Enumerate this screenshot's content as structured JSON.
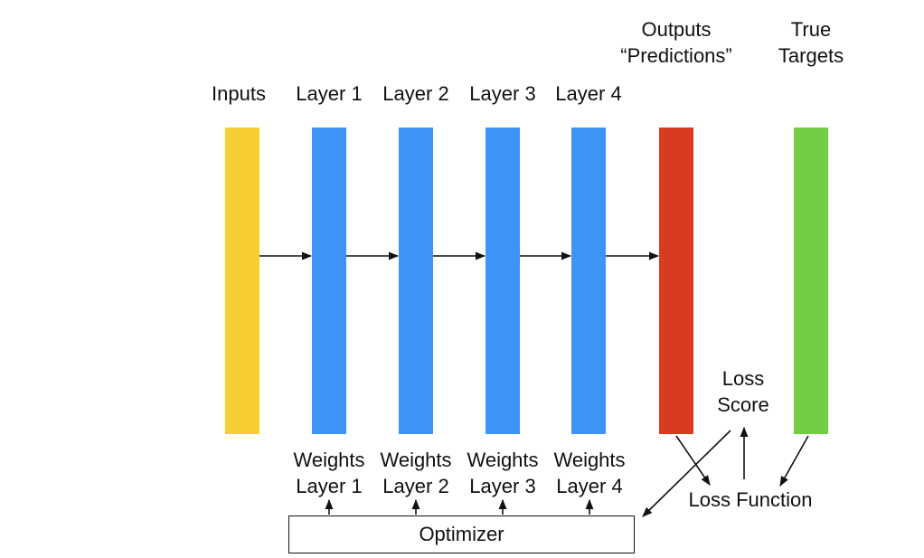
{
  "columns": [
    {
      "label": "Inputs",
      "color": "#F6CD32"
    },
    {
      "label": "Layer 1",
      "color": "#3D94F6"
    },
    {
      "label": "Layer 2",
      "color": "#3D94F6"
    },
    {
      "label": "Layer 3",
      "color": "#3D94F6"
    },
    {
      "label": "Layer 4",
      "color": "#3D94F6"
    }
  ],
  "outputs": {
    "line1": "Outputs",
    "line2": "“Predictions”",
    "color": "#D83B20"
  },
  "targets": {
    "line1": "True",
    "line2": "Targets",
    "color": "#74CC44"
  },
  "weights": [
    {
      "line1": "Weights",
      "line2": "Layer 1"
    },
    {
      "line1": "Weights",
      "line2": "Layer 2"
    },
    {
      "line1": "Weights",
      "line2": "Layer 3"
    },
    {
      "line1": "Weights",
      "line2": "Layer 4"
    }
  ],
  "loss_score": {
    "line1": "Loss",
    "line2": "Score"
  },
  "loss_function": "Loss Function",
  "optimizer": "Optimizer"
}
